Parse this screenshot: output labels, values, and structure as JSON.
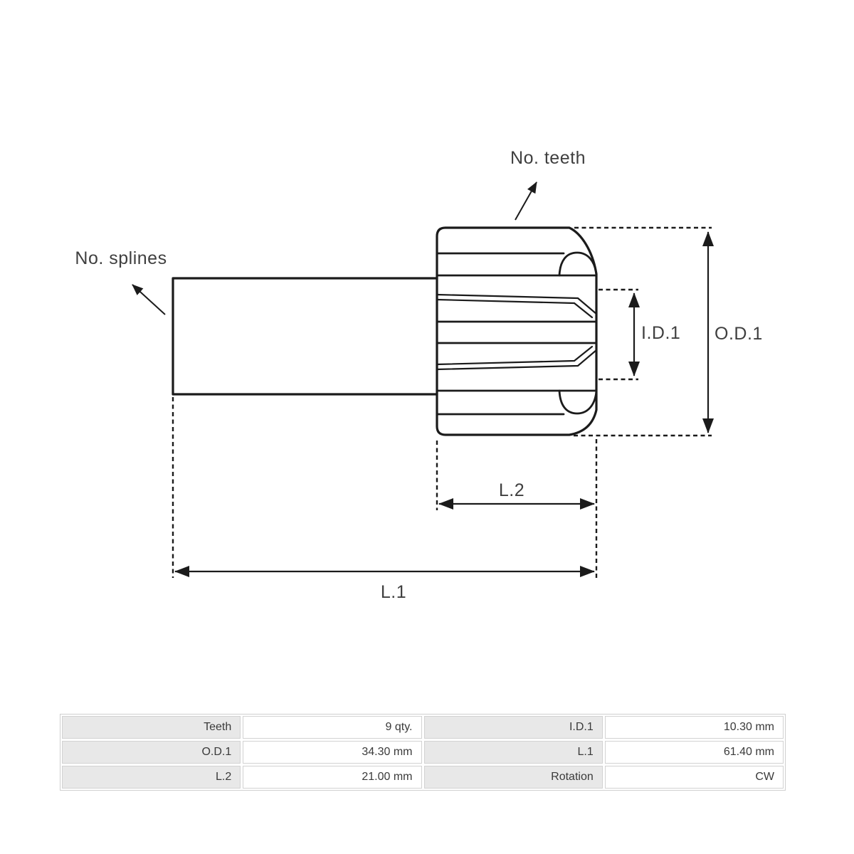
{
  "diagram": {
    "type": "starter-drive-pinion-dimension-drawing",
    "callouts": {
      "teeth": "No. teeth",
      "splines": "No. splines"
    },
    "dimensions": {
      "id1_label": "I.D.1",
      "od1_label": "O.D.1",
      "l1_label": "L.1",
      "l2_label": "L.2"
    }
  },
  "colors": {
    "drawing_line": "#1b1b1b",
    "label_text": "#3f3f3f",
    "table_label_bg": "#e8e8e8",
    "table_border": "#d2d2d2",
    "table_text": "#3a3a3a",
    "background": "#ffffff"
  },
  "spec_table": {
    "rows": [
      {
        "cells": [
          {
            "label": "Teeth",
            "value": "9 qty."
          },
          {
            "label": "I.D.1",
            "value": "10.30 mm"
          }
        ]
      },
      {
        "cells": [
          {
            "label": "O.D.1",
            "value": "34.30 mm"
          },
          {
            "label": "L.1",
            "value": "61.40 mm"
          }
        ]
      },
      {
        "cells": [
          {
            "label": "L.2",
            "value": "21.00 mm"
          },
          {
            "label": "Rotation",
            "value": "CW"
          }
        ]
      }
    ]
  }
}
